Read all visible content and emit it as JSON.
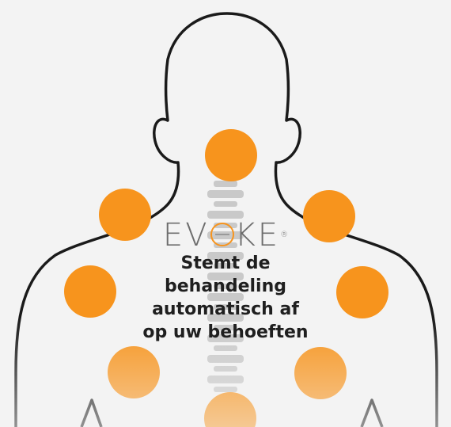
{
  "logo": {
    "pre": "EV",
    "post": "KE",
    "mark": "®"
  },
  "caption": [
    "Stemt de",
    "behandeling",
    "automatisch af",
    "op uw behoeften"
  ],
  "colors": {
    "background": "#f3f3f3",
    "outline": "#1a1a1a",
    "dot": "#f7941d",
    "spine": "#c9c9c9"
  },
  "dots": [
    "neck",
    "left-trapezius",
    "right-trapezius",
    "left-shoulder",
    "right-shoulder",
    "left-lower-back",
    "right-lower-back",
    "spine-base"
  ]
}
